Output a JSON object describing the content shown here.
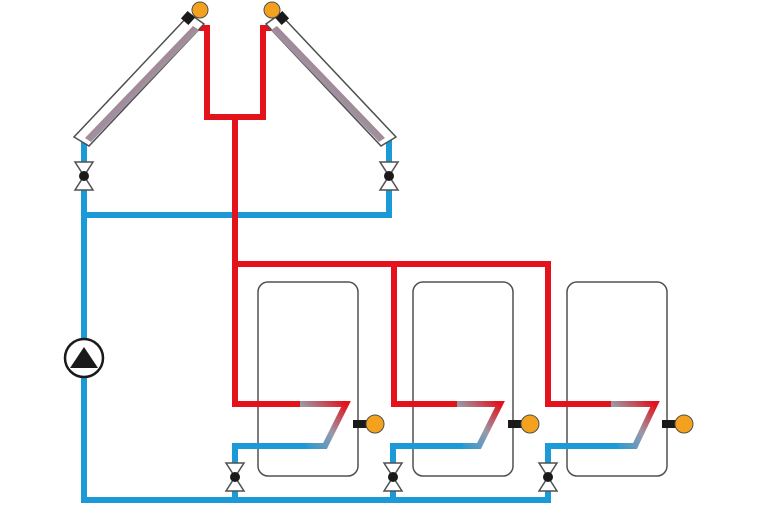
{
  "title": "",
  "colors": {
    "hot_pipe": "#e3121b",
    "cold_pipe": "#1c9ad8",
    "sensor": "#f4a21d",
    "outline": "#505050",
    "valve_center": "#1a1a1a",
    "background": "#ffffff"
  },
  "components": {
    "collectors": [
      "collector-left",
      "collector-right"
    ],
    "tanks": [
      "storage-tank-1",
      "storage-tank-2",
      "storage-tank-3"
    ],
    "pump": "circulation-pump",
    "collector_valves": 2,
    "tank_valves": 3,
    "temperature_sensors": 5
  }
}
